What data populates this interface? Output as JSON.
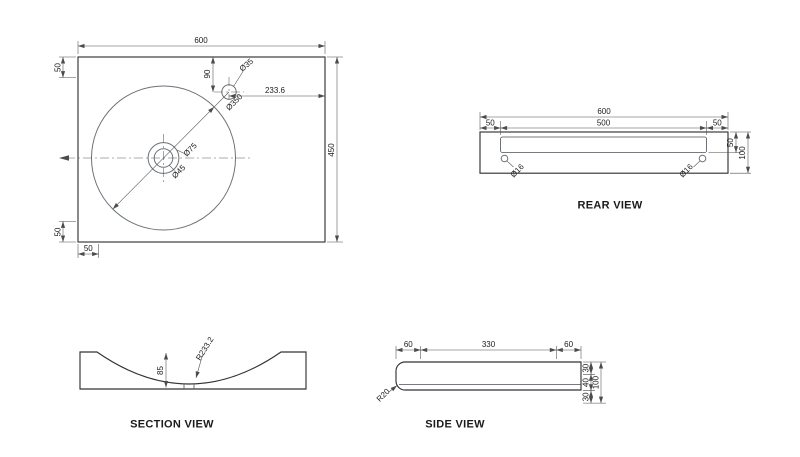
{
  "plan": {
    "width": "600",
    "height": "450",
    "offset_top_left": "50",
    "offset_bottom_left": "50",
    "offset_bottom": "50",
    "hole_to_edge": "233.6",
    "hole_to_top": "90",
    "tap_hole_dia": "Ø35",
    "bowl_dia": "Ø350",
    "waste_outer_dia": "Ø75",
    "waste_inner_dia": "Ø45"
  },
  "rear": {
    "label": "REAR VIEW",
    "width": "600",
    "recess_offset_left": "50",
    "recess_width": "500",
    "recess_offset_right": "50",
    "recess_depth": "50",
    "height": "100",
    "hole_left_dia": "Ø16",
    "hole_right_dia": "Ø16"
  },
  "section": {
    "label": "SECTION VIEW",
    "bowl_radius": "R233.2",
    "bowl_depth": "85"
  },
  "side": {
    "label": "SIDE VIEW",
    "seg_front": "60",
    "seg_mid": "330",
    "seg_rear": "60",
    "corner_radius": "R20",
    "h_top": "30",
    "h_mid": "40",
    "h_bottom": "30",
    "height": "100"
  }
}
